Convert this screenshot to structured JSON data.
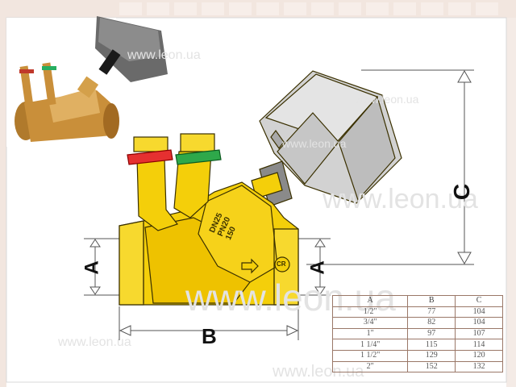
{
  "watermark": "www.leon.ua",
  "dimension_labels": {
    "a_left": "A",
    "a_right": "A",
    "b": "B",
    "c": "C"
  },
  "valve_markings": {
    "dn": "DN25",
    "pn": "PN20",
    "temp": "150",
    "logo": "CR"
  },
  "spec_table": {
    "headers": [
      "A",
      "B",
      "C"
    ],
    "rows": [
      [
        "1/2\"",
        "77",
        "104"
      ],
      [
        "3/4\"",
        "82",
        "104"
      ],
      [
        "1\"",
        "97",
        "107"
      ],
      [
        "1 1/4\"",
        "115",
        "114"
      ],
      [
        "1 1/2\"",
        "129",
        "120"
      ],
      [
        "2\"",
        "152",
        "132"
      ]
    ]
  },
  "colors": {
    "brass": "#f4cf0a",
    "brass_dark": "#c79a00",
    "handle": "#cfcfcf",
    "tile_top": "#f0e3dc"
  }
}
